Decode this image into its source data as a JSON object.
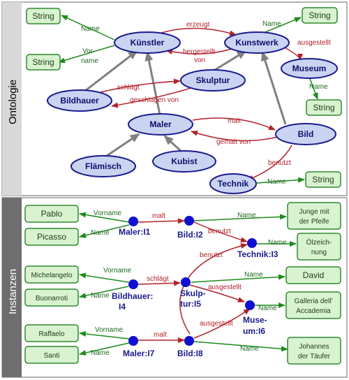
{
  "sections": {
    "ontology": "Ontologie",
    "instances": "Instanzen"
  },
  "ontology": {
    "classes": {
      "kuenstler": "Künstler",
      "kunstwerk": "Kunstwerk",
      "museum": "Museum",
      "skulptur": "Skulptur",
      "bildhauer": "Bildhauer",
      "maler": "Maler",
      "bild": "Bild",
      "flaemisch": "Flämisch",
      "kubist": "Kubist",
      "technik": "Technik"
    },
    "literals": {
      "string1": "String",
      "string2": "String",
      "string3": "String",
      "string4": "String",
      "string5": "String"
    },
    "edges": {
      "name1": "Name",
      "vorname1": "Vor-",
      "vorname2": "name",
      "erzeugt": "erzeugt",
      "hergestellt1": "hergestellt",
      "hergestellt2": "von",
      "name2": "Name",
      "ausgestellt": "ausgestellt",
      "name3": "Name",
      "schlaegt": "schlägt",
      "geschlagen": "geschlagen von",
      "malt": "malt",
      "gemalt": "gemalt von",
      "benutzt": "benutzt",
      "name4": "Name"
    }
  },
  "instances": {
    "nodes": {
      "maler1": "Maler:I1",
      "bild2": "Bild:I2",
      "technik3": "Technik:I3",
      "bildhauer4a": "Bildhauer:",
      "bildhauer4b": "I4",
      "skulptur5a": "Skulp-",
      "skulptur5b": "tur:I5",
      "museum6a": "Muse-",
      "museum6b": "um:I6",
      "maler7": "Maler:I7",
      "bild8": "Bild:I8"
    },
    "literals": {
      "pablo": "Pablo",
      "picasso": "Picasso",
      "junge1": "Junge mit",
      "junge2": "der Pfeife",
      "oel1": "Ölzeich-",
      "oel2": "nung",
      "michelangelo": "Michelangelo",
      "buonarroti": "Buonarroti",
      "david": "David",
      "galleria1": "Galleria dell'",
      "galleria2": "Accademia",
      "raffaelo": "Raffaelo",
      "santi": "Santi",
      "johannes1": "Johannes",
      "johannes2": "der Täufer"
    },
    "edges": {
      "vorname1": "Vorname",
      "name1": "Name",
      "malt1": "malt",
      "name2": "Name",
      "benutzt1": "benutzt",
      "name3": "Name",
      "benutzt2": "benutzt",
      "vorname4": "Vorname",
      "name4": "Name",
      "schlaegt": "schlägt",
      "name5": "Name",
      "ausgestellt1": "ausgestellt",
      "name6": "Name",
      "vorname7": "Vorname",
      "name7": "Name",
      "malt2": "malt",
      "ausgestellt2": "ausgestellt",
      "name8": "Name"
    }
  },
  "colors": {
    "class_fill": "#c9d4f2",
    "class_stroke": "#1a1a8c",
    "literal_fill": "#d9f2d0",
    "literal_stroke": "#2f8a2f",
    "relation": "#b4202a",
    "attribute": "#1d8a1d",
    "subclass": "#808080",
    "side_ontology": "#d8d8d8",
    "side_instances": "#6e6e6e"
  }
}
